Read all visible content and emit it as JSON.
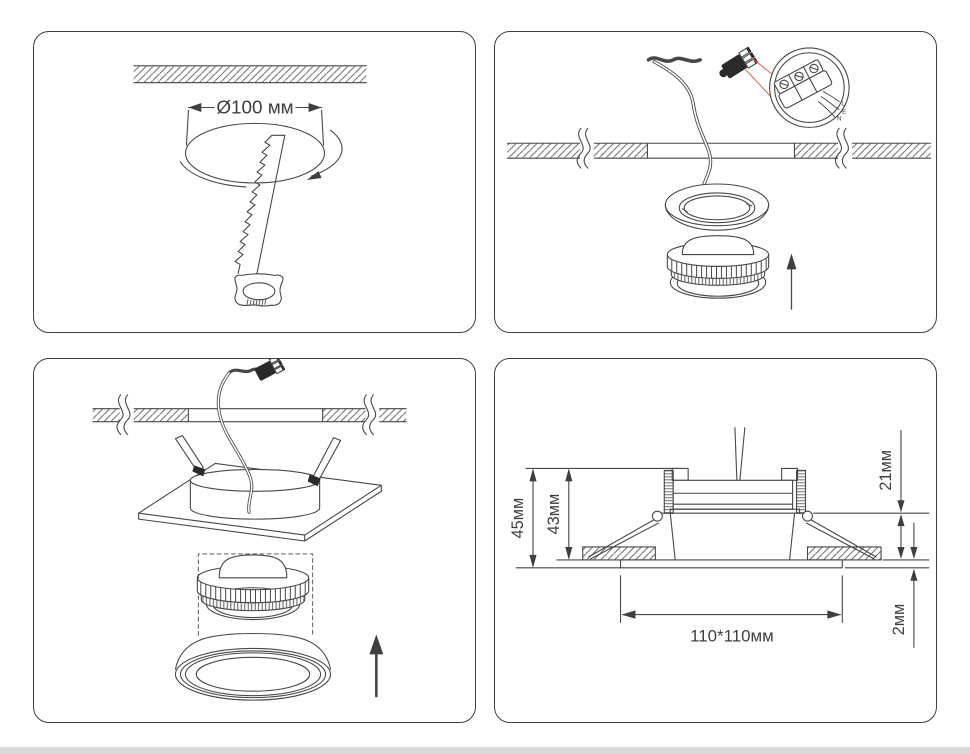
{
  "colors": {
    "line": "#474747",
    "accent_red": "#dd6257",
    "background": "#ffffff",
    "footer_strip": "#d9d9d9"
  },
  "panels": {
    "step1": {
      "id": "cut-ceiling-hole",
      "hole_diameter_label": "Ø100 мм"
    },
    "step2": {
      "id": "connect-wires",
      "terminal_label_l": "L",
      "terminal_label_e": "E",
      "terminal_label_n": "N"
    },
    "step3": {
      "id": "insert-spring-clips"
    },
    "step4": {
      "id": "fixture-dimensions",
      "total_height_label": "45мм",
      "recessed_height_label": "43мм",
      "above_ceiling_label": "21мм",
      "flange_thickness_label": "2мм",
      "flange_size_label": "110*110мм"
    }
  }
}
